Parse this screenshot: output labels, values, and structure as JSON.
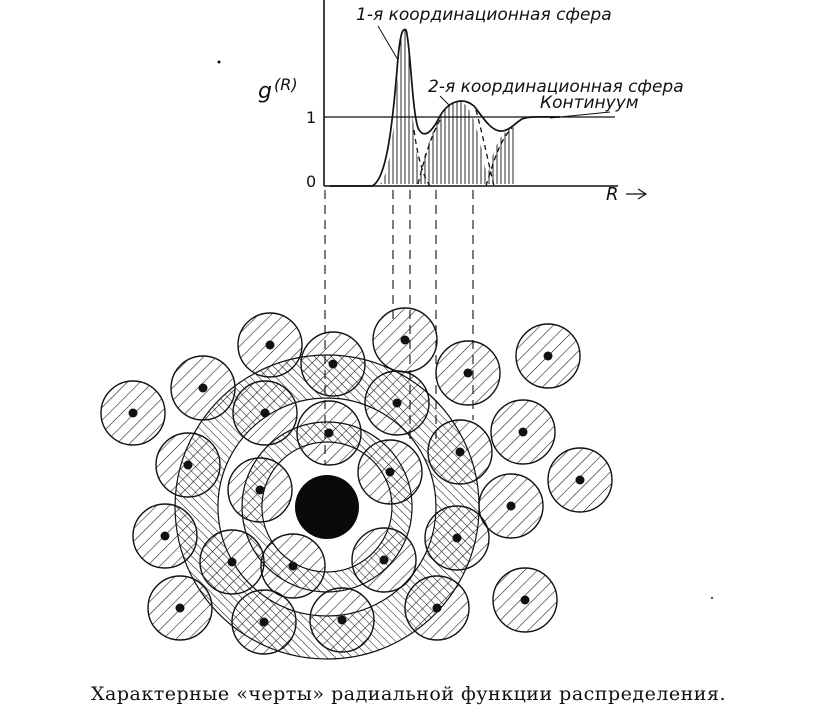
{
  "graph": {
    "y_label_g": "g",
    "y_label_R": "(R)",
    "tick_1": "1",
    "tick_0": "0",
    "x_label": "R",
    "first_sphere": "1-я координационная сфера",
    "second_sphere": "2-я координационная сфера",
    "continuum": "Континуум"
  },
  "caption": "Характерные «черты» радиальной функции распределения."
}
